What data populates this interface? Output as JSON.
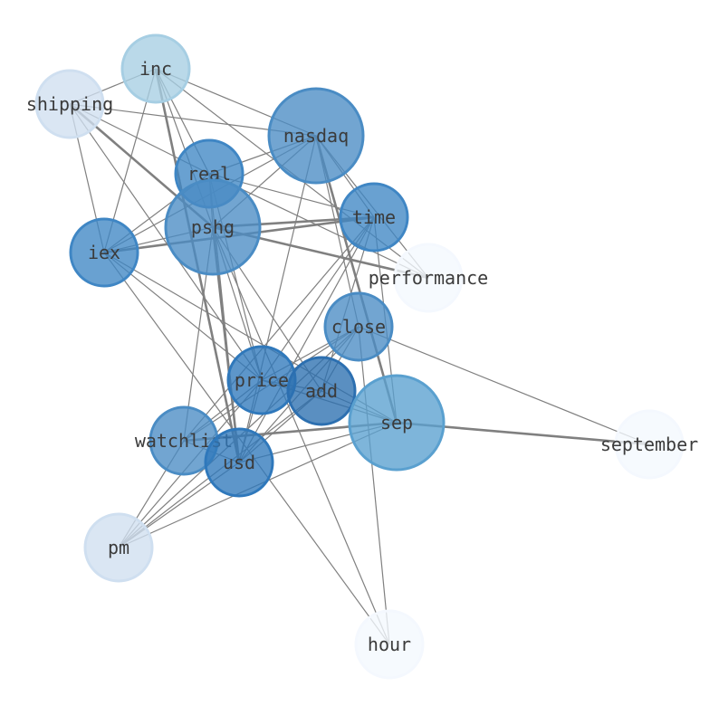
{
  "graph": {
    "nodes": [
      {
        "id": "inc",
        "label": "inc",
        "weight": 0.25,
        "color": "#a6cee3"
      },
      {
        "id": "shipping",
        "label": "shipping",
        "weight": 0.2,
        "color": "#cfdff0"
      },
      {
        "id": "nasdaq",
        "label": "nasdaq",
        "weight": 0.8,
        "color": "#4a8cc4"
      },
      {
        "id": "real",
        "label": "real",
        "weight": 0.3,
        "color": "#3f86c4"
      },
      {
        "id": "pshg",
        "label": "pshg",
        "weight": 0.85,
        "color": "#4a8cc4"
      },
      {
        "id": "time",
        "label": "time",
        "weight": 0.35,
        "color": "#3f86c4"
      },
      {
        "id": "iex",
        "label": "iex",
        "weight": 0.3,
        "color": "#3f86c4"
      },
      {
        "id": "performance",
        "label": "performance",
        "weight": 0.05,
        "color": "#f4f8fe"
      },
      {
        "id": "close",
        "label": "close",
        "weight": 0.3,
        "color": "#4a8cc4"
      },
      {
        "id": "price",
        "label": "price",
        "weight": 0.35,
        "color": "#2f78bb"
      },
      {
        "id": "add",
        "label": "add",
        "weight": 0.4,
        "color": "#2c6fb0"
      },
      {
        "id": "sep",
        "label": "sep",
        "weight": 0.95,
        "color": "#5aa0cf"
      },
      {
        "id": "watchlist",
        "label": "watchlist",
        "weight": 0.3,
        "color": "#4a8cc4"
      },
      {
        "id": "usd",
        "label": "usd",
        "weight": 0.35,
        "color": "#2f78bb"
      },
      {
        "id": "september",
        "label": "september",
        "weight": 0.05,
        "color": "#f4f8fe"
      },
      {
        "id": "pm",
        "label": "pm",
        "weight": 0.2,
        "color": "#cfdff0"
      },
      {
        "id": "hour",
        "label": "hour",
        "weight": 0.05,
        "color": "#f4f8fe"
      }
    ],
    "edges": [
      {
        "source": "inc",
        "target": "shipping",
        "weight": 1
      },
      {
        "source": "inc",
        "target": "nasdaq",
        "weight": 1
      },
      {
        "source": "inc",
        "target": "real",
        "weight": 1
      },
      {
        "source": "inc",
        "target": "pshg",
        "weight": 1
      },
      {
        "source": "inc",
        "target": "iex",
        "weight": 1
      },
      {
        "source": "inc",
        "target": "performance",
        "weight": 1
      },
      {
        "source": "inc",
        "target": "usd",
        "weight": 2
      },
      {
        "source": "shipping",
        "target": "nasdaq",
        "weight": 1
      },
      {
        "source": "shipping",
        "target": "real",
        "weight": 1
      },
      {
        "source": "shipping",
        "target": "pshg",
        "weight": 2
      },
      {
        "source": "shipping",
        "target": "iex",
        "weight": 1
      },
      {
        "source": "shipping",
        "target": "price",
        "weight": 1
      },
      {
        "source": "nasdaq",
        "target": "real",
        "weight": 1
      },
      {
        "source": "nasdaq",
        "target": "pshg",
        "weight": 1
      },
      {
        "source": "nasdaq",
        "target": "time",
        "weight": 1
      },
      {
        "source": "nasdaq",
        "target": "iex",
        "weight": 1
      },
      {
        "source": "nasdaq",
        "target": "performance",
        "weight": 1
      },
      {
        "source": "nasdaq",
        "target": "sep",
        "weight": 2
      },
      {
        "source": "nasdaq",
        "target": "close",
        "weight": 1
      },
      {
        "source": "nasdaq",
        "target": "usd",
        "weight": 1
      },
      {
        "source": "real",
        "target": "pshg",
        "weight": 1
      },
      {
        "source": "real",
        "target": "time",
        "weight": 1
      },
      {
        "source": "real",
        "target": "performance",
        "weight": 1
      },
      {
        "source": "real",
        "target": "price",
        "weight": 1
      },
      {
        "source": "real",
        "target": "usd",
        "weight": 1
      },
      {
        "source": "real",
        "target": "iex",
        "weight": 1
      },
      {
        "source": "pshg",
        "target": "time",
        "weight": 2
      },
      {
        "source": "pshg",
        "target": "iex",
        "weight": 1
      },
      {
        "source": "pshg",
        "target": "performance",
        "weight": 2
      },
      {
        "source": "pshg",
        "target": "price",
        "weight": 1
      },
      {
        "source": "pshg",
        "target": "usd",
        "weight": 2
      },
      {
        "source": "pshg",
        "target": "watchlist",
        "weight": 1
      },
      {
        "source": "pshg",
        "target": "add",
        "weight": 1
      },
      {
        "source": "pshg",
        "target": "hour",
        "weight": 1
      },
      {
        "source": "time",
        "target": "iex",
        "weight": 2
      },
      {
        "source": "time",
        "target": "sep",
        "weight": 1
      },
      {
        "source": "time",
        "target": "price",
        "weight": 1
      },
      {
        "source": "time",
        "target": "watchlist",
        "weight": 1
      },
      {
        "source": "time",
        "target": "usd",
        "weight": 1
      },
      {
        "source": "time",
        "target": "add",
        "weight": 1
      },
      {
        "source": "iex",
        "target": "price",
        "weight": 1
      },
      {
        "source": "iex",
        "target": "sep",
        "weight": 1
      },
      {
        "source": "iex",
        "target": "hour",
        "weight": 1
      },
      {
        "source": "close",
        "target": "price",
        "weight": 1
      },
      {
        "source": "close",
        "target": "watchlist",
        "weight": 1
      },
      {
        "source": "close",
        "target": "usd",
        "weight": 1
      },
      {
        "source": "close",
        "target": "add",
        "weight": 1
      },
      {
        "source": "close",
        "target": "september",
        "weight": 1
      },
      {
        "source": "close",
        "target": "pm",
        "weight": 1
      },
      {
        "source": "close",
        "target": "hour",
        "weight": 1
      },
      {
        "source": "price",
        "target": "add",
        "weight": 1
      },
      {
        "source": "price",
        "target": "sep",
        "weight": 1
      },
      {
        "source": "price",
        "target": "watchlist",
        "weight": 1
      },
      {
        "source": "price",
        "target": "usd",
        "weight": 1
      },
      {
        "source": "price",
        "target": "pm",
        "weight": 1
      },
      {
        "source": "add",
        "target": "sep",
        "weight": 1
      },
      {
        "source": "add",
        "target": "usd",
        "weight": 1
      },
      {
        "source": "add",
        "target": "pm",
        "weight": 1
      },
      {
        "source": "sep",
        "target": "watchlist",
        "weight": 2
      },
      {
        "source": "sep",
        "target": "usd",
        "weight": 1
      },
      {
        "source": "sep",
        "target": "september",
        "weight": 2
      },
      {
        "source": "sep",
        "target": "pm",
        "weight": 1
      },
      {
        "source": "watchlist",
        "target": "usd",
        "weight": 1
      },
      {
        "source": "watchlist",
        "target": "pm",
        "weight": 1
      },
      {
        "source": "usd",
        "target": "pm",
        "weight": 1
      }
    ]
  }
}
